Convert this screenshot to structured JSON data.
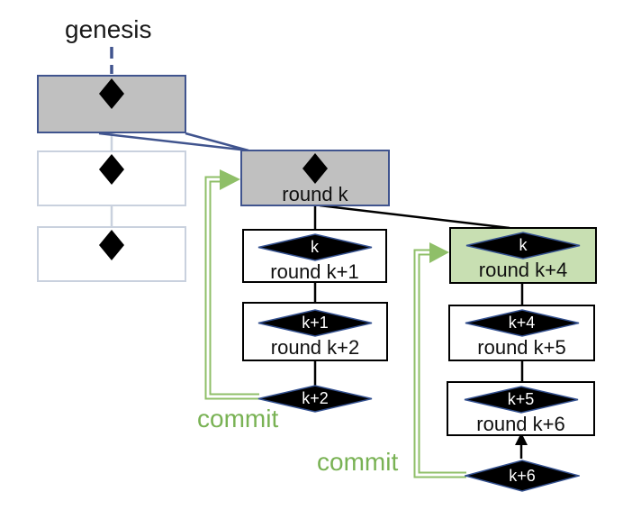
{
  "labels": {
    "genesis": "genesis",
    "commit_left": "commit",
    "commit_right": "commit"
  },
  "nodes": {
    "round_k": {
      "label": "round k"
    },
    "round_k1": {
      "diamond": "k",
      "label": "round k+1"
    },
    "round_k2": {
      "diamond": "k+1",
      "label": "round k+2"
    },
    "leader_k2": {
      "diamond": "k+2"
    },
    "round_k4": {
      "diamond": "k",
      "label": "round k+4"
    },
    "round_k5": {
      "diamond": "k+4",
      "label": "round k+5"
    },
    "round_k6": {
      "diamond": "k+5",
      "label": "round k+6"
    },
    "leader_k6": {
      "diamond": "k+6"
    }
  },
  "colors": {
    "box_gray_fill": "#C0C0C0",
    "border_blue": "#40548E",
    "box_green_fill": "#C8DFB2",
    "chain_border_black": "#000000",
    "faint_border": "#C9D1DE",
    "commit_text_green": "#79B254",
    "commit_line_green": "#8FBF68",
    "diamond_fill": "#000000",
    "diamond_edge_blue": "#33508F"
  }
}
